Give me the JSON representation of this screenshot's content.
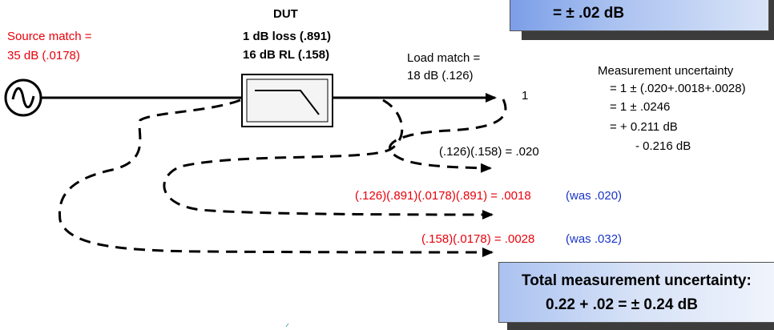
{
  "source": {
    "label_line1": "Source match =",
    "label_line2": "35 dB (.0178)"
  },
  "dut": {
    "title": "DUT",
    "loss": "1 dB loss (.891)",
    "rl": "16 dB RL (.158)"
  },
  "load": {
    "label_line1": "Load match =",
    "label_line2": "18 dB (.126)"
  },
  "incident_value": "1",
  "paths": [
    {
      "formula": "(.126)(.158) = .020",
      "was": ""
    },
    {
      "formula": "(.126)(.891)(.0178)(.891) = .0018",
      "was": "(was .020)"
    },
    {
      "formula": "(.158)(.0178) = .0028",
      "was": "(was .032)"
    }
  ],
  "uncertainty": {
    "title": "Measurement uncertainty",
    "line1": "= 1 ± (.020+.0018+.0028)",
    "line2": "= 1 ± .0246",
    "line3": "= + 0.211 dB",
    "line4": "- 0.216 dB"
  },
  "top_box": {
    "text": "=  ± .02 dB"
  },
  "total_box": {
    "title": "Total measurement uncertainty:",
    "value": "0.22 + .02 = ± 0.24 dB"
  },
  "colors": {
    "red": "#e8000b",
    "blue": "#1a35c8",
    "box_gradient_start": "#7b9ee8",
    "shadow": "#3c3c3c"
  }
}
